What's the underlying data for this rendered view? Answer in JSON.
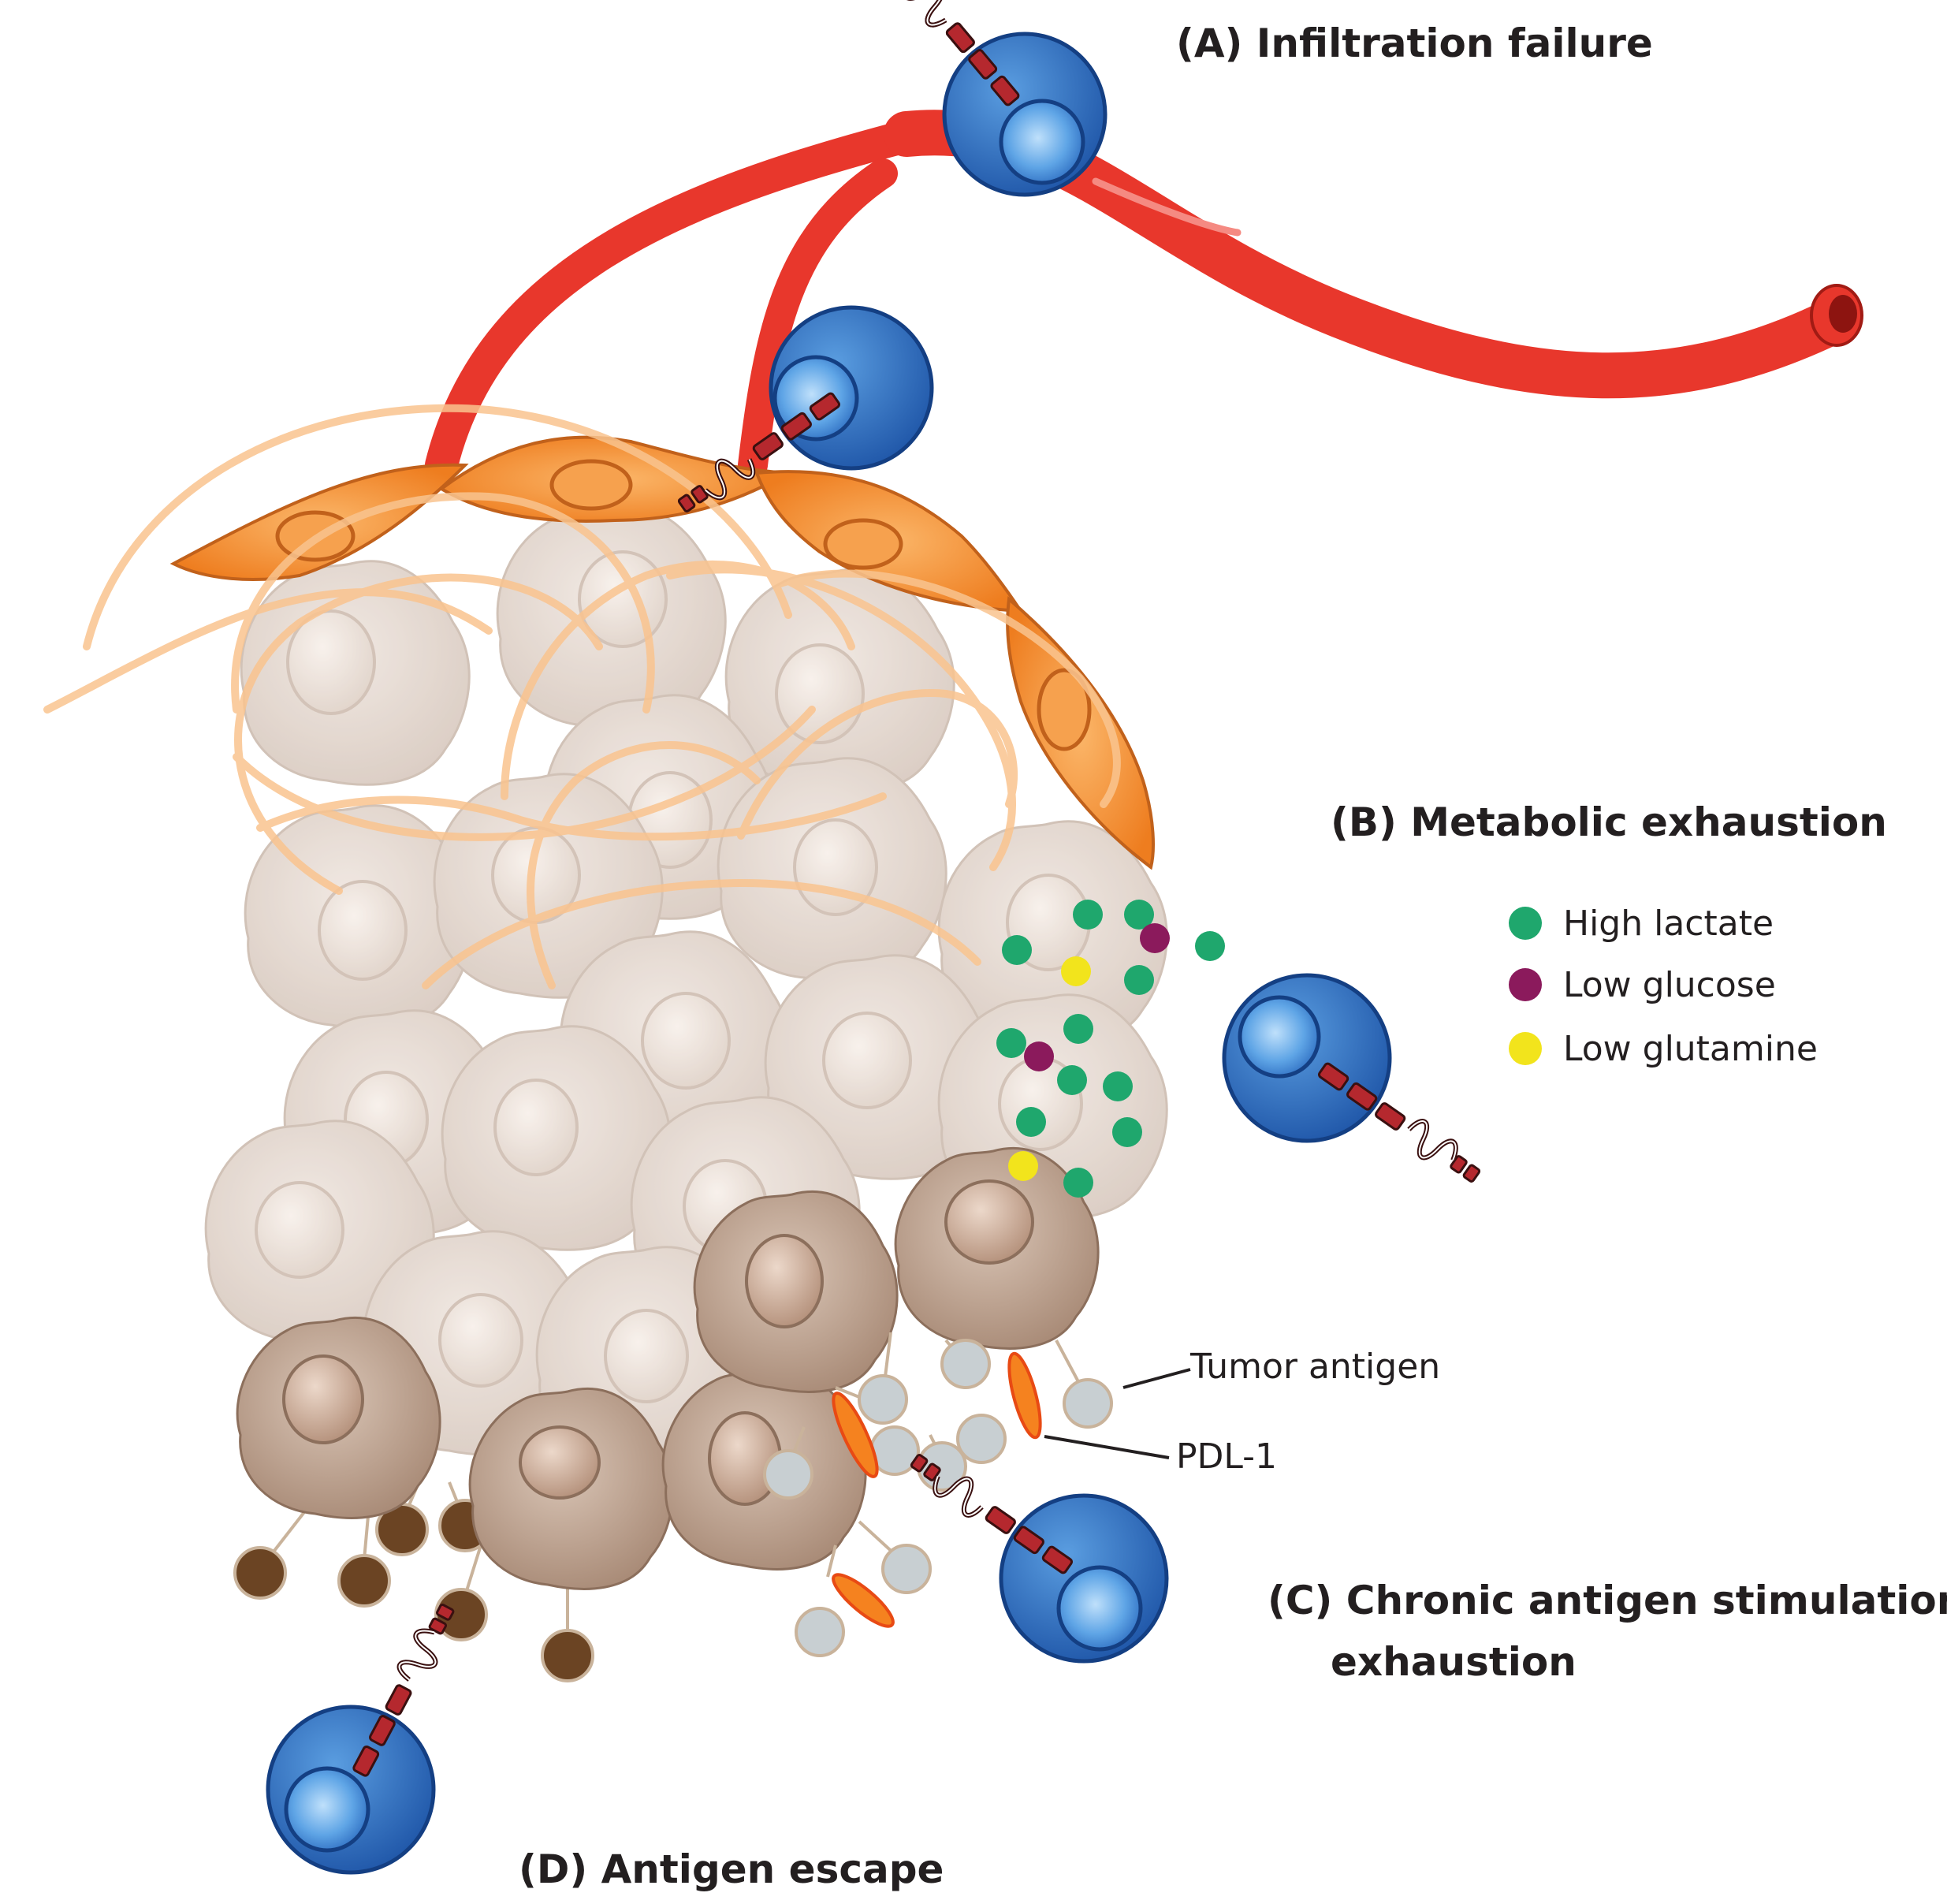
{
  "labels": {
    "infiltration": "(A) Infiltration failure",
    "metabolic": "(B) Metabolic exhaustion",
    "chronic_line1": "(C) Chronic antigen stimulation",
    "chronic_line2": "exhaustion",
    "escape": "(D) Antigen escape",
    "tumor_antigen": "Tumor antigen",
    "pdl1": "PDL-1"
  },
  "legend": [
    {
      "label": "High lactate",
      "color": "#1fa76d"
    },
    {
      "label": "Low glucose",
      "color": "#8b1a5c"
    },
    {
      "label": "Low glutamine",
      "color": "#f2e41c"
    }
  ],
  "colors": {
    "vessel": "#e8372c",
    "t_cell": "#2e6fbf",
    "receptor": "#b5282e",
    "fibroblast": "#f08a2a",
    "fiber": "#f9c48f",
    "tumor_cell_faded": "#dccdc3",
    "tumor_cell": "#b79b88",
    "antigen_present": "#c8cfd2",
    "antigen_escaped": "#6b4423",
    "pdl1": "#f5821f"
  },
  "icons": [
    "t-cell-icon",
    "car-receptor-icon",
    "blood-vessel-icon",
    "fibroblast-icon",
    "tumor-cell-icon",
    "metabolite-dot-icon",
    "antigen-icon",
    "pdl1-icon"
  ]
}
